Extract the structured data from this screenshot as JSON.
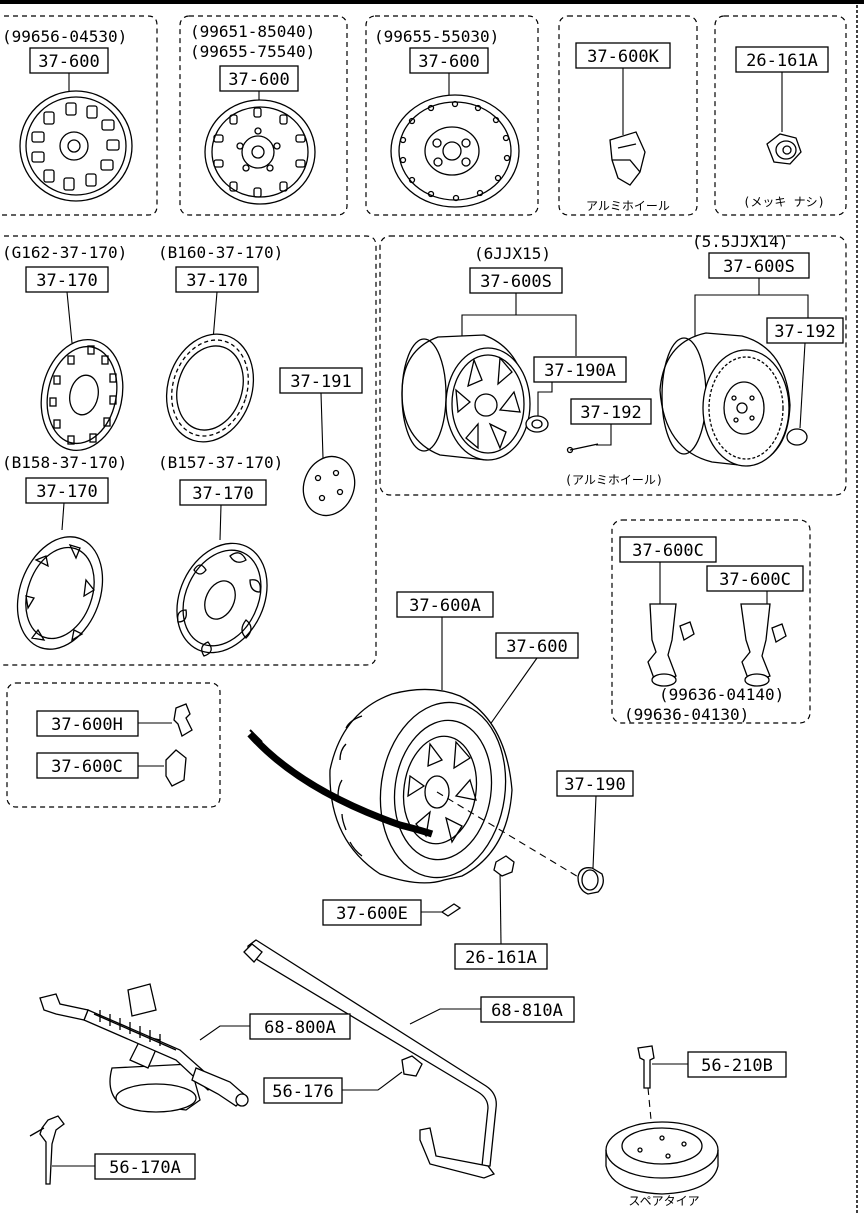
{
  "groups": {
    "g1": {
      "headers": [
        "(99656-04530)"
      ],
      "labels": [
        "37-600"
      ]
    },
    "g2": {
      "headers": [
        "(99651-85040)",
        "(99655-75540)"
      ],
      "labels": [
        "37-600"
      ]
    },
    "g3": {
      "headers": [
        "(99655-55030)"
      ],
      "labels": [
        "37-600"
      ]
    },
    "g4": {
      "labels": [
        "37-600K"
      ],
      "notes": [
        "アルミホイール"
      ]
    },
    "g5": {
      "labels": [
        "26-161A"
      ],
      "notes": [
        "(メッキ ナシ)"
      ]
    },
    "g6": {
      "headers": [
        "(G162-37-170)",
        "(B160-37-170)",
        "(B158-37-170)",
        "(B157-37-170)"
      ],
      "labels": [
        "37-170",
        "37-170",
        "37-191",
        "37-170",
        "37-170"
      ]
    },
    "g7": {
      "headers": [
        "(6JJX15)",
        "(5.5JJX14)"
      ],
      "labels": [
        "37-600S",
        "37-190A",
        "37-192",
        "37-600S",
        "37-192"
      ],
      "notes": [
        "(アルミホイール)"
      ]
    },
    "g8": {
      "headers": [
        "(99636-04140)",
        "(99636-04130)"
      ],
      "labels": [
        "37-600C",
        "37-600C"
      ]
    },
    "g9": {
      "labels": [
        "37-600H",
        "37-600C"
      ]
    },
    "main": {
      "labels": [
        "37-600A",
        "37-600",
        "37-190",
        "37-600E",
        "26-161A",
        "68-810A",
        "68-800A",
        "56-176",
        "56-170A",
        "56-210B"
      ],
      "notes": [
        "スペアタイア"
      ]
    }
  }
}
